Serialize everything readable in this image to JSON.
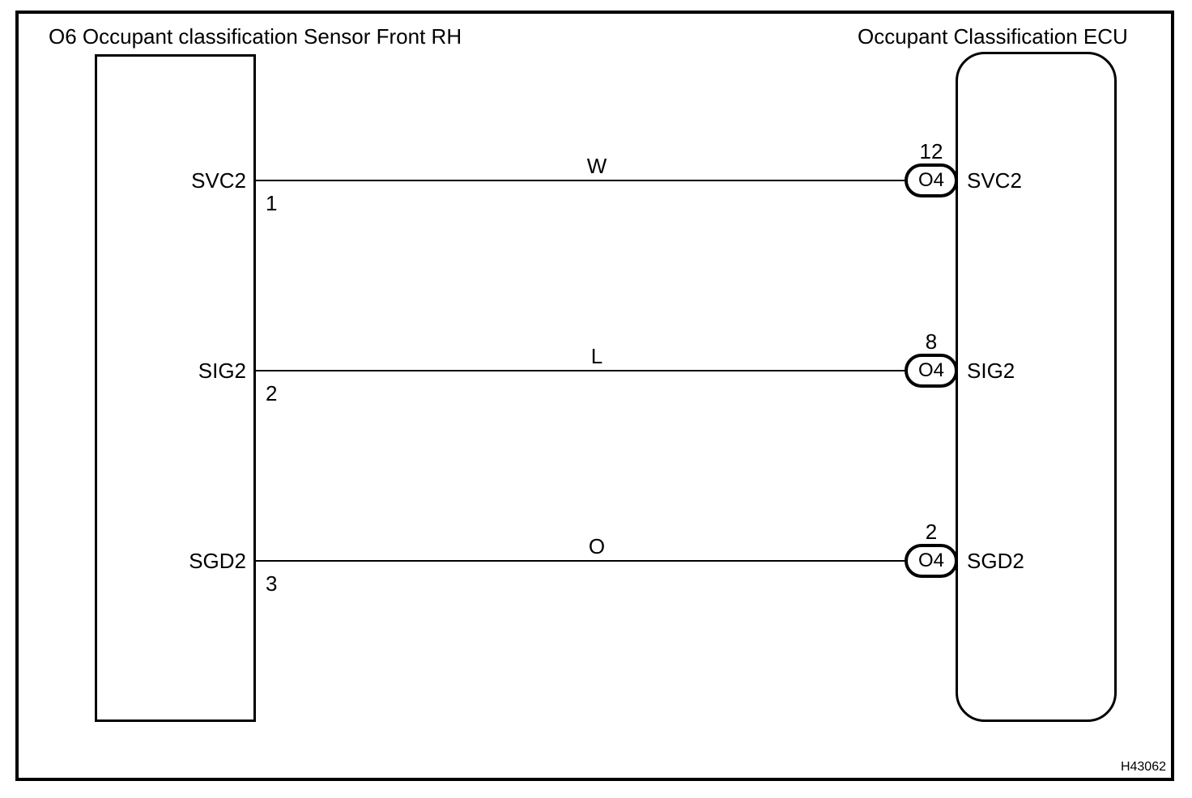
{
  "diagram": {
    "left_component": {
      "title": "O6 Occupant classification Sensor Front RH"
    },
    "right_component": {
      "title": "Occupant Classification ECU"
    },
    "rows": [
      {
        "left_label": "SVC2",
        "left_pin": "1",
        "wire_color": "W",
        "right_pin": "12",
        "connector": "O4",
        "right_label": "SVC2"
      },
      {
        "left_label": "SIG2",
        "left_pin": "2",
        "wire_color": "L",
        "right_pin": "8",
        "connector": "O4",
        "right_label": "SIG2"
      },
      {
        "left_label": "SGD2",
        "left_pin": "3",
        "wire_color": "O",
        "right_pin": "2",
        "connector": "O4",
        "right_label": "SGD2"
      }
    ],
    "figure_id": "H43062",
    "colors": {
      "line": "#000000",
      "background": "#ffffff"
    }
  }
}
